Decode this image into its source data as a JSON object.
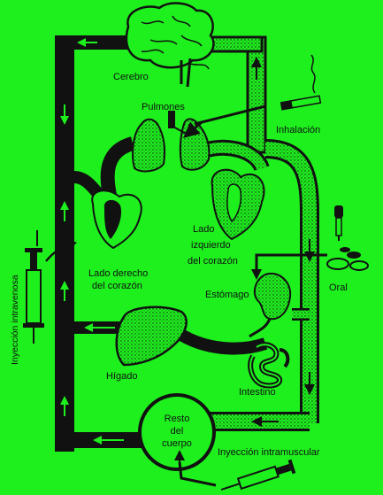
{
  "labels": {
    "brain": "Cerebro",
    "lungs": "Pulmones",
    "inhalation": "Inhalación",
    "right_heart_line1": "Lado derecho",
    "right_heart_line2": "del corazón",
    "left_heart_line1": "Lado",
    "left_heart_line2": "izquierdo",
    "left_heart_line3": "del corazón",
    "oral": "Oral",
    "stomach": "Estómago",
    "liver": "Hígado",
    "intestine": "Intestino",
    "rest_line1": "Resto",
    "rest_line2": "del",
    "rest_line3": "cuerpo",
    "intravenous": "Inyección intravenosa",
    "intramuscular": "Inyección intramuscular"
  },
  "colors": {
    "background": "#1ef01e",
    "venous": "#111111",
    "arterial_outline": "#111111",
    "arterial_fill": "#1ef01e"
  },
  "icons": [
    "brain-icon",
    "lungs-icon",
    "heart-icon",
    "liver-icon",
    "stomach-icon",
    "intestine-icon",
    "syringe-icon",
    "cigarette-icon",
    "dropper-icon",
    "pills-icon"
  ]
}
